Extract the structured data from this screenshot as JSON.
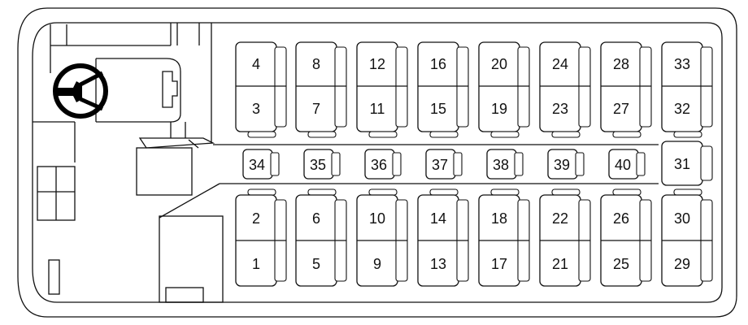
{
  "diagram": {
    "seats": {
      "upper_pair": [
        {
          "top": "4",
          "bottom": "3"
        },
        {
          "top": "8",
          "bottom": "7"
        },
        {
          "top": "12",
          "bottom": "11"
        },
        {
          "top": "16",
          "bottom": "15"
        },
        {
          "top": "20",
          "bottom": "19"
        },
        {
          "top": "24",
          "bottom": "23"
        },
        {
          "top": "28",
          "bottom": "27"
        },
        {
          "top": "33",
          "bottom": "32"
        }
      ],
      "jump": [
        "34",
        "35",
        "36",
        "37",
        "38",
        "39",
        "40"
      ],
      "rear_middle": "31",
      "lower_pair": [
        {
          "top": "2",
          "bottom": "1"
        },
        {
          "top": "6",
          "bottom": "5"
        },
        {
          "top": "10",
          "bottom": "9"
        },
        {
          "top": "14",
          "bottom": "13"
        },
        {
          "top": "18",
          "bottom": "17"
        },
        {
          "top": "22",
          "bottom": "21"
        },
        {
          "top": "26",
          "bottom": "25"
        },
        {
          "top": "30",
          "bottom": "29"
        }
      ]
    },
    "icons": {
      "steering": "steering-wheel-icon"
    },
    "colors": {
      "line": "#111111",
      "background": "#ffffff"
    }
  }
}
